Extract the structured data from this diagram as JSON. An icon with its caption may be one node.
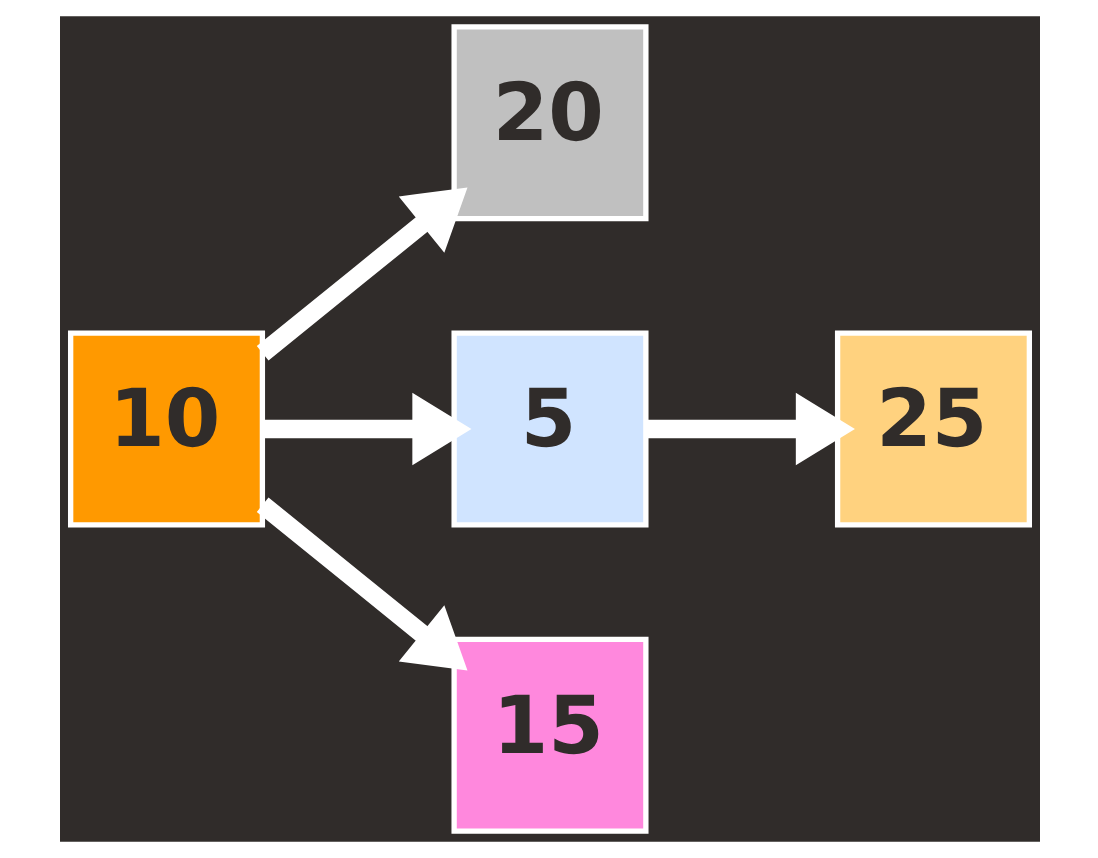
{
  "diagram": {
    "nodes": [
      {
        "text": [
          "10"
        ]
      },
      {
        "text": [
          "20"
        ]
      },
      {
        "text": [
          "5"
        ]
      },
      {
        "text": [
          "15"
        ]
      },
      {
        "text": [
          "25"
        ]
      }
    ],
    "edges": [
      {
        "from": 0,
        "to": 1,
        "arrow": "to"
      },
      {
        "from": 0,
        "to": 2,
        "arrow": "to"
      },
      {
        "from": 0,
        "to": 3,
        "arrow": "to"
      },
      {
        "from": 2,
        "to": 4,
        "arrow": "to"
      }
    ]
  }
}
